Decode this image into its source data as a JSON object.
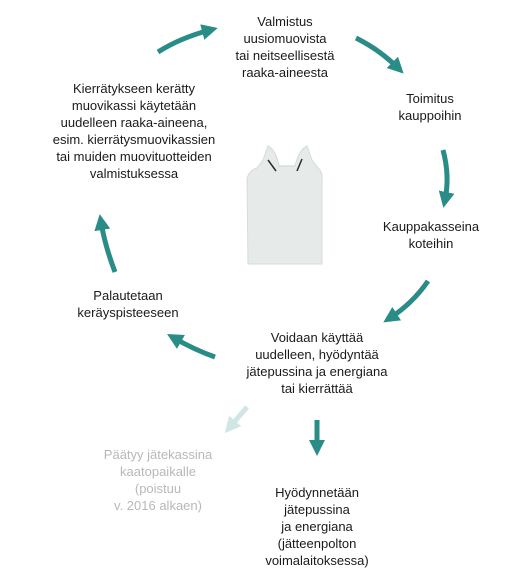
{
  "diagram": {
    "nodes": {
      "manufacture": "Valmistus\nuusiomuovista\ntai neitseellisestä\nraaka-aineesta",
      "delivery": "Toimitus\nkauppoihin",
      "shopping_bags": "Kauppakasseina\nkoteihin",
      "reuse": "Voidaan käyttää\nuudelleen, hyödyntää\njätepussina ja energiana\ntai kierrättää",
      "collection": "Palautetaan\nkeräyspisteeseen",
      "recycled": "Kierrätykseen kerätty\nmuovikassi käytetään\nuudelleen raaka-aineena,\nesim. kierrätysmuovikassien\ntai muiden muovituotteiden\nvalmistuksessa",
      "landfill": "Päätyy jätekassina\nkaatopaikalle\n(poistuu\nv. 2016 alkaen)",
      "energy": "Hyödynnetään\njätepussina\nja energiana\n(jätteenpolton\nvoimalaitoksessa)"
    },
    "colors": {
      "arrow": "#2a8c86",
      "arrow_faded": "#cfe6e4",
      "text": "#1a1a1a",
      "text_faded": "#b8b8b8",
      "bag": "#e6ebe9"
    },
    "center_image": "plastic-shopping-bag"
  }
}
